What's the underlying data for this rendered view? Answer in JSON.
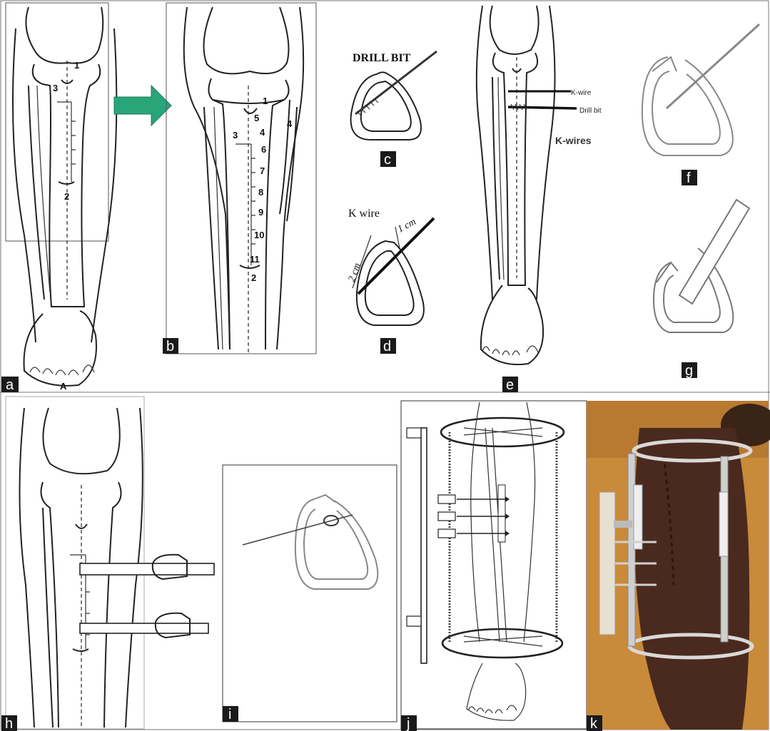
{
  "panels": {
    "a": "a",
    "b": "b",
    "c": "c",
    "d": "d",
    "e": "e",
    "f": "f",
    "g": "g",
    "h": "h",
    "i": "i",
    "j": "j",
    "k": "k"
  },
  "panel_a": {
    "n1": "1",
    "n2": "2",
    "n3": "3",
    "nA": "A"
  },
  "panel_b": {
    "n1": "1",
    "n2": "2",
    "n3": "3",
    "n4": "4",
    "n5": "5",
    "n6": "6",
    "n7": "7",
    "n8": "8",
    "n9": "9",
    "n10": "10",
    "n11": "11",
    "n4b": "4"
  },
  "panel_c": {
    "title": "DRILL BIT"
  },
  "panel_d": {
    "title": "K wire",
    "dim1": "1 cm",
    "dim2": "2 cm"
  },
  "panel_e": {
    "kwire": "K-wire",
    "drillbit": "Drill bit",
    "kwires": "K-wires"
  },
  "colors": {
    "arrow": "#2aa57a",
    "label_bg": "#1a1a1a",
    "photo_bg": "#c98a3a",
    "leg": "#4a2a1e"
  }
}
